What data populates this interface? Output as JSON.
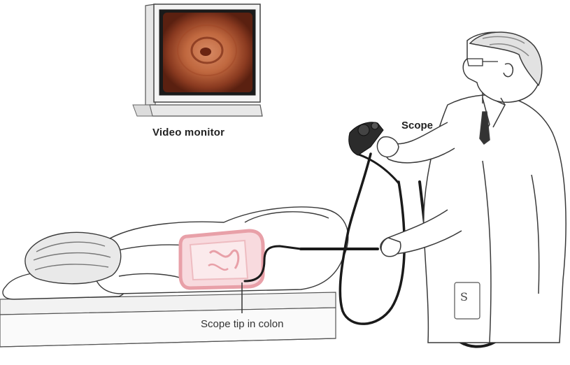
{
  "labels": {
    "monitor": "Video monitor",
    "scope": "Scope",
    "tip": "Scope tip in colon"
  },
  "colors": {
    "line": "#3a3a3a",
    "scope": "#1a1a1a",
    "colon_pink": "#e8a0a8",
    "colon_fill": "#f6d3d6",
    "screen_center": "#d88a64",
    "screen_edge": "#6e2a18",
    "coat": "#ffffff"
  }
}
